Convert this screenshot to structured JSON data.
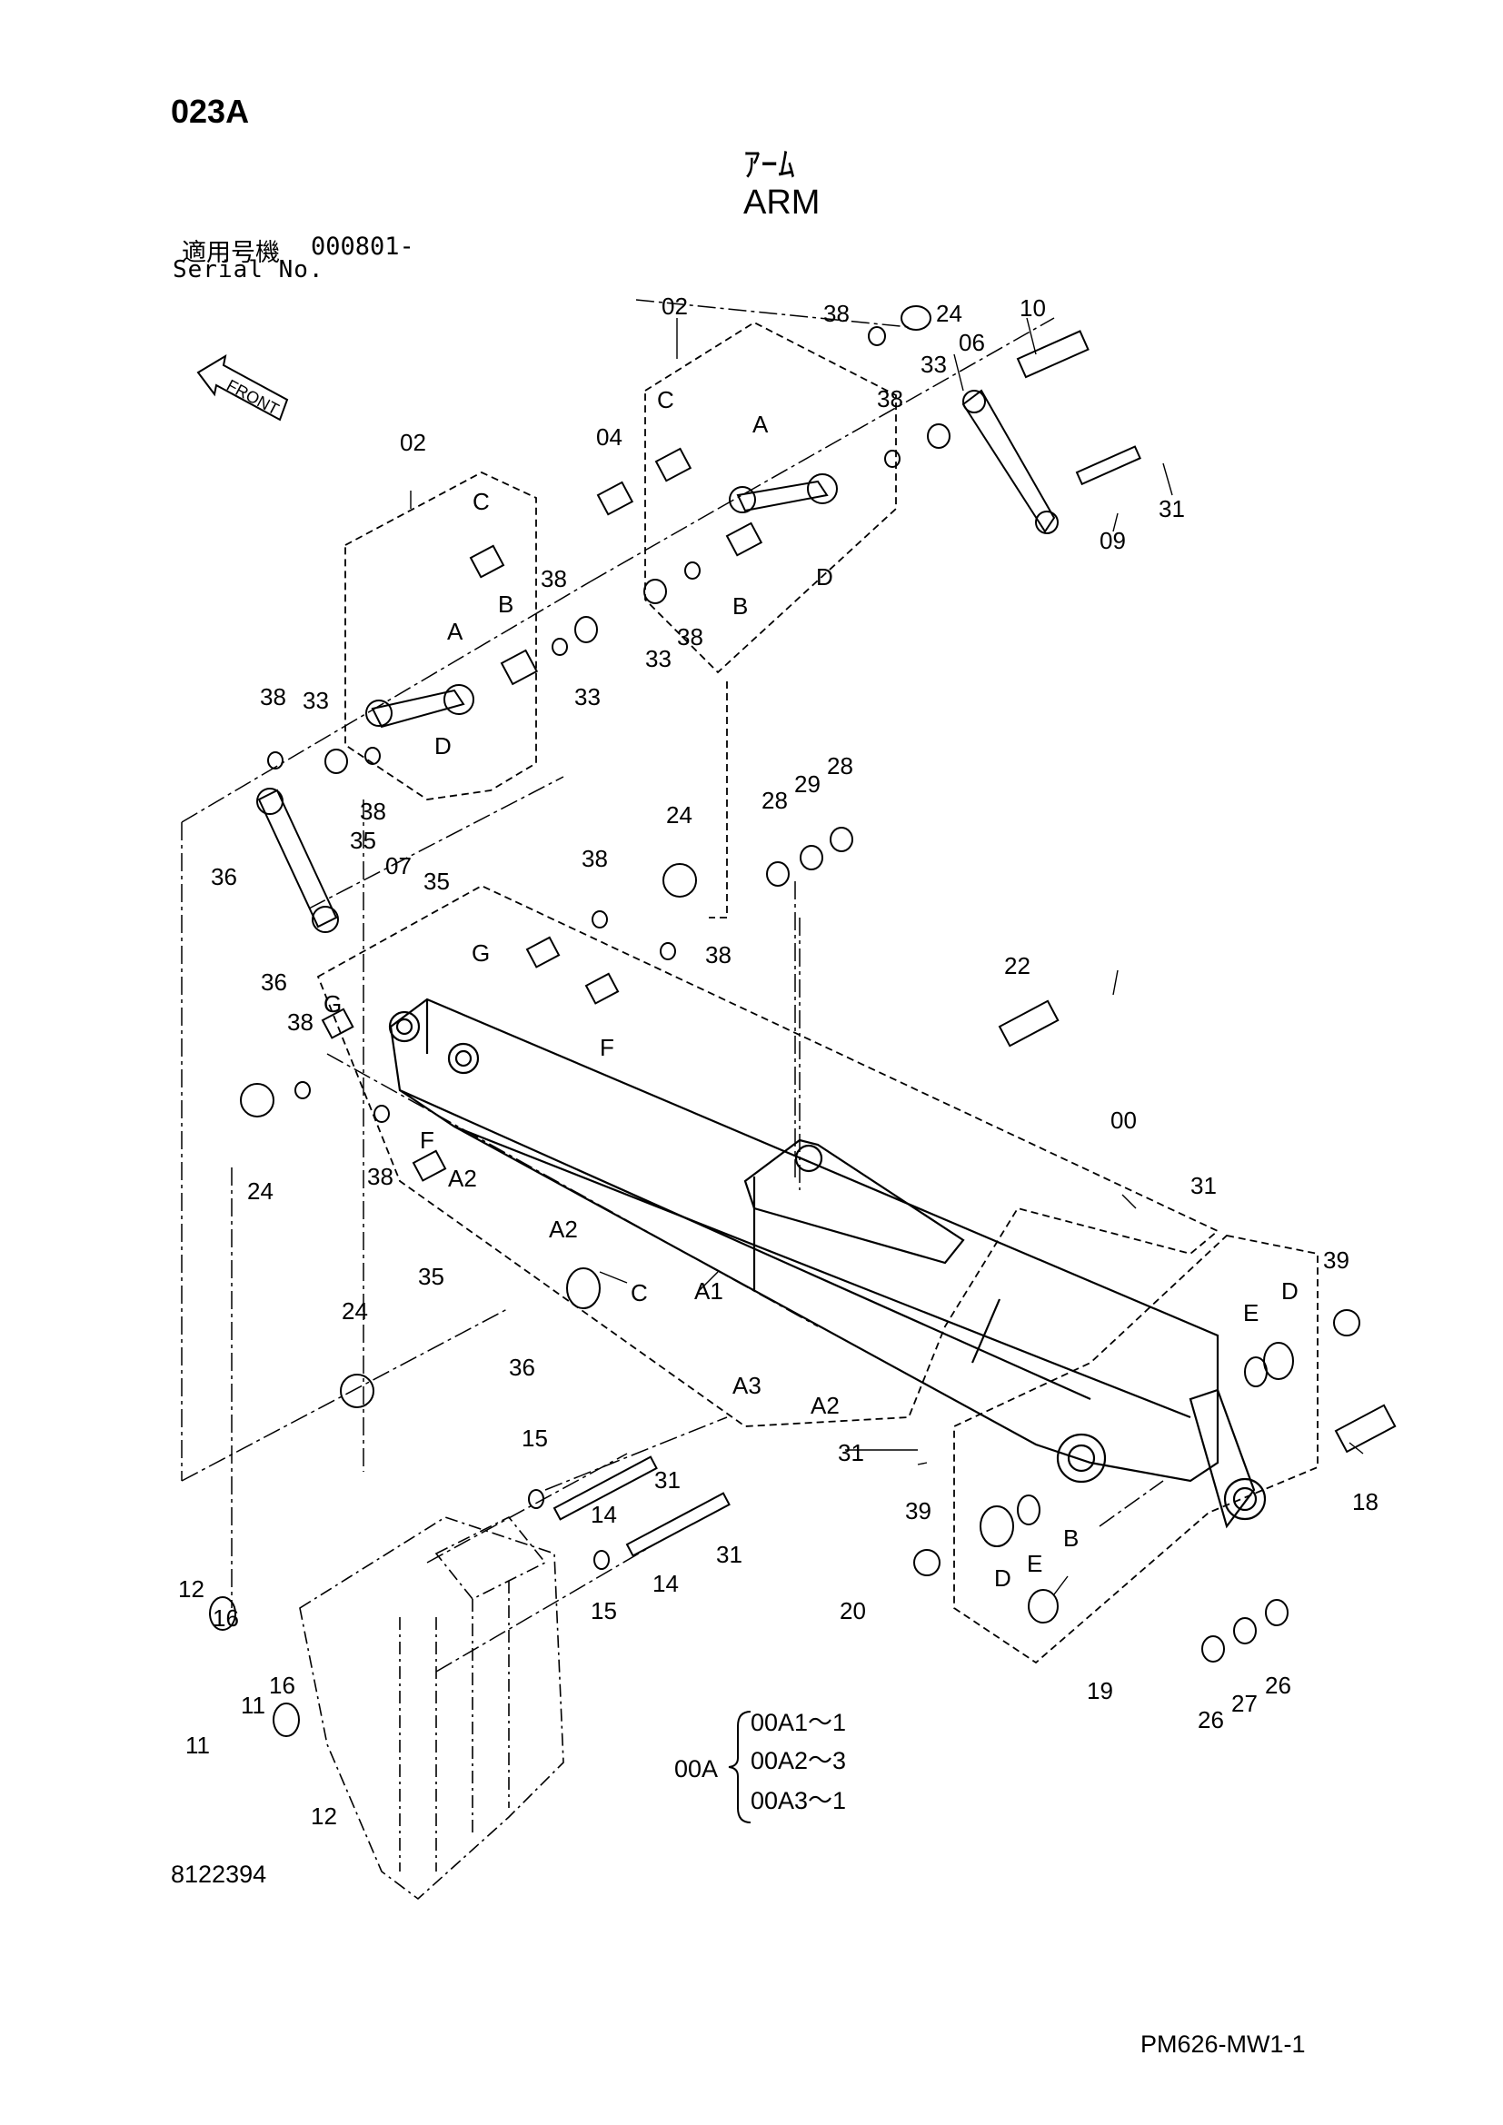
{
  "header": {
    "page_code": "023A",
    "title_jp": "ｱｰﾑ",
    "title_en": "ARM",
    "serial_label_jp": "適用号機",
    "serial_value": "000801-",
    "serial_label_en": "Serial No."
  },
  "front_arrow_label": "FRONT",
  "callouts": {
    "c02a": "02",
    "c02b": "02",
    "c04": "04",
    "c06": "06",
    "c07": "07",
    "c09": "09",
    "c10": "10",
    "c31a": "31",
    "c24a": "24",
    "c38a": "38",
    "c38b": "38",
    "c33a": "33",
    "cA1": "A",
    "cC1": "C",
    "cB1": "B",
    "cD1": "D",
    "c33b": "33",
    "c38c": "38",
    "cC2": "C",
    "cA2": "A",
    "cB2": "B",
    "cD2": "D",
    "c38d": "38",
    "c33c": "33",
    "c38e": "38",
    "c33d": "33",
    "c38f": "38",
    "c35a": "35",
    "c36a": "36",
    "c35b": "35",
    "c36b": "36",
    "c28a": "28",
    "c29": "29",
    "c28b": "28",
    "c24b": "24",
    "c38g": "38",
    "c38h": "38",
    "cG1": "G",
    "cF1": "F",
    "cG2": "G",
    "c38i": "38",
    "cF2": "F",
    "c24c": "24",
    "c38j": "38",
    "c22": "22",
    "c00": "00",
    "c31b": "31",
    "c39a": "39",
    "cE1": "E",
    "cD3": "D",
    "cA2a": "A2",
    "cA2b": "A2",
    "cA1x": "A1",
    "c35c": "35",
    "cC3": "C",
    "cA3": "A3",
    "cA2c": "A2",
    "c36c": "36",
    "c24d": "24",
    "c15a": "15",
    "c31c": "31",
    "c14a": "14",
    "c31d": "31",
    "c31e": "31",
    "c14b": "14",
    "c15b": "15",
    "c39b": "39",
    "cD4": "D",
    "cE2": "E",
    "cB3": "B",
    "c18": "18",
    "c20": "20",
    "c19": "19",
    "c26a": "26",
    "c27": "27",
    "c26b": "26",
    "c12a": "12",
    "c16a": "16",
    "c11a": "11",
    "c16b": "16",
    "c11b": "11",
    "c12b": "12"
  },
  "kit": {
    "name": "00A",
    "items": [
      "00A1～1",
      "00A2～3",
      "00A3～1"
    ]
  },
  "footer": {
    "drawing_no": "8122394",
    "sheet_no": "PM626-MW1-1"
  }
}
